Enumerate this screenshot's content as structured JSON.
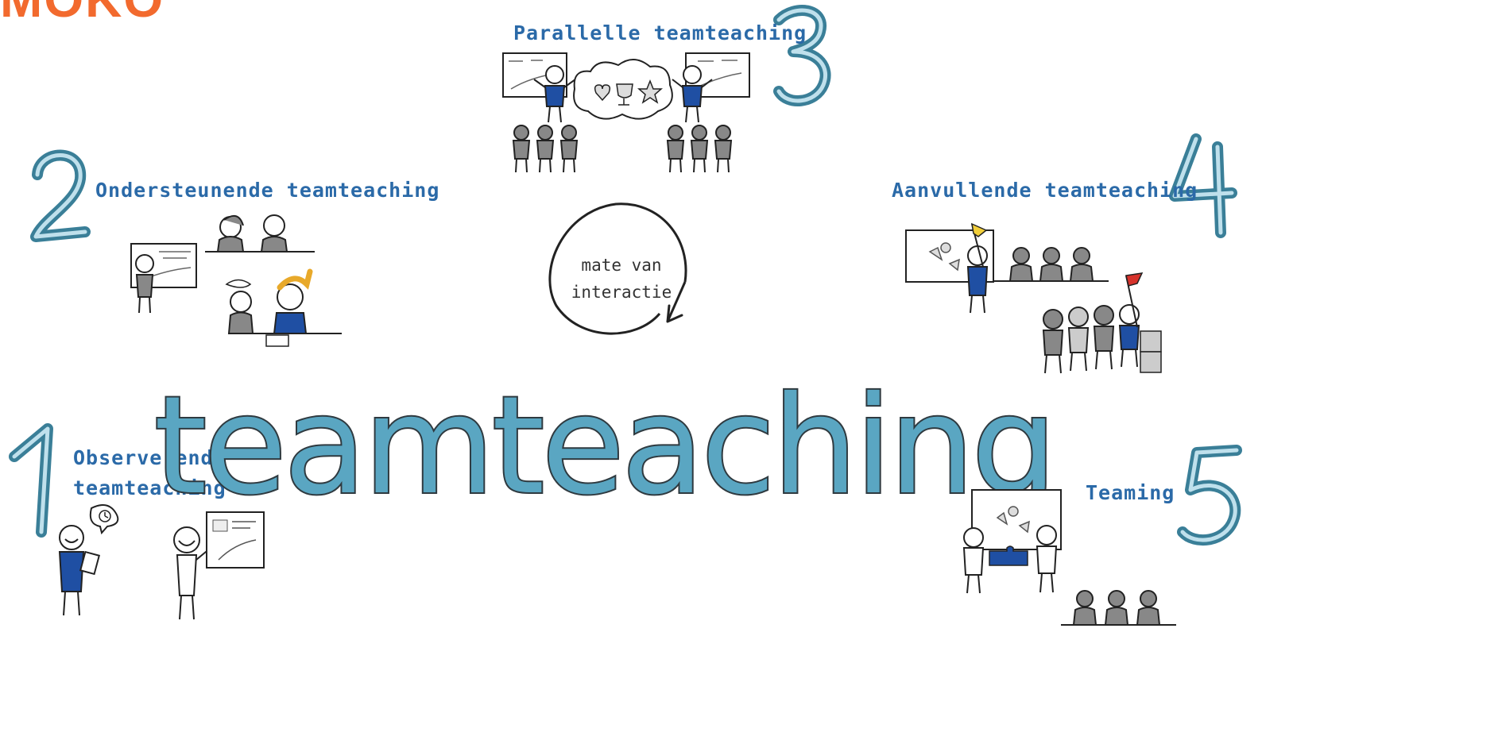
{
  "brand": {
    "logo_text": "MOKO"
  },
  "title": "teamteaching",
  "center": {
    "line1": "mate van",
    "line2": "interactie"
  },
  "stages": [
    {
      "number": "1",
      "label_line1": "Observerende",
      "label_line2": "teamteaching"
    },
    {
      "number": "2",
      "label": "Ondersteunende teamteaching"
    },
    {
      "number": "3",
      "label": "Parallelle teamteaching"
    },
    {
      "number": "4",
      "label": "Aanvullende teamteaching"
    },
    {
      "number": "5",
      "label": "Teaming"
    }
  ],
  "colors": {
    "accent_blue": "#2b6aa8",
    "number_teal": "#3f8aa2",
    "logo_orange": "#f26a2e",
    "shirt_blue": "#1f4fa3",
    "flag_yellow": "#f2cf3a",
    "flag_red": "#d6322b"
  }
}
